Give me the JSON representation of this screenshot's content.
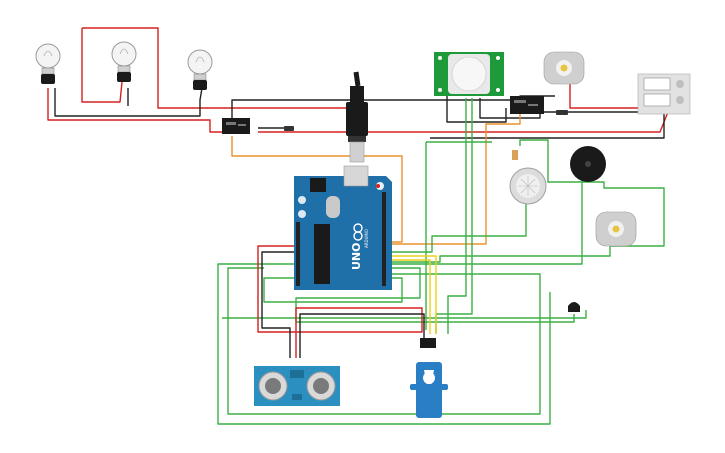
{
  "board": {
    "brand_text": "ARDUINO",
    "model_text": "UNO"
  },
  "colors": {
    "wire_red": "#d62020",
    "wire_black": "#222222",
    "wire_green": "#3cb043",
    "wire_orange": "#e8922e",
    "wire_yellow": "#e8d21a",
    "board_blue": "#1f6fa8",
    "sensor_blue": "#2b8fc0",
    "pir_green": "#1e9a3a"
  },
  "components": [
    {
      "name": "light-bulb",
      "count": 3
    },
    {
      "name": "pir-motion-sensor"
    },
    {
      "name": "dc-motor",
      "count": 2
    },
    {
      "name": "power-supply"
    },
    {
      "name": "relay",
      "count": 2
    },
    {
      "name": "dc-power-jack"
    },
    {
      "name": "arduino-uno"
    },
    {
      "name": "gas-sensor"
    },
    {
      "name": "piezo-buzzer"
    },
    {
      "name": "temperature-sensor"
    },
    {
      "name": "ultrasonic-sensor"
    },
    {
      "name": "servo-motor"
    }
  ]
}
